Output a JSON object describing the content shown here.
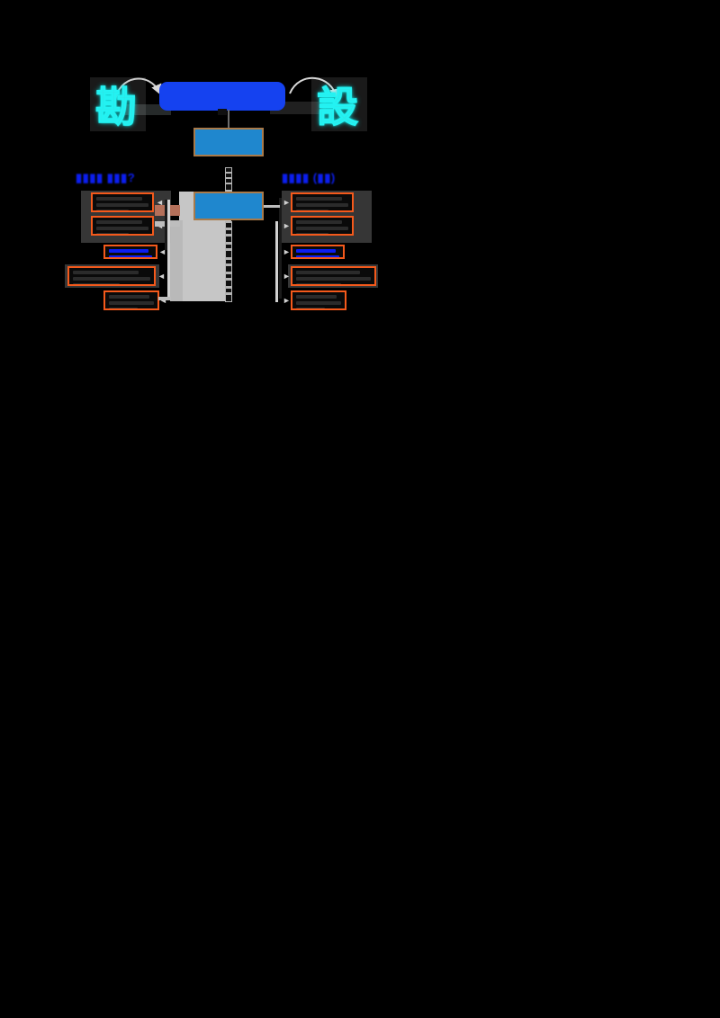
{
  "diagram": {
    "type": "two-column-comparison-flowchart",
    "background_color": "#000000",
    "accent_colors": {
      "banner_blue": "#1542f0",
      "box_blue": "#1f87ce",
      "box_border_tan": "#a97a4a",
      "item_orange": "#f4591b",
      "heading_blue": "#0b1ef0",
      "glyph_cyan": "#2fe6e6",
      "slab_grey": "#c6c6c6"
    },
    "banner": {
      "label": "",
      "redaction": "redacted"
    },
    "glyphs": {
      "left": "勘",
      "right": "設"
    },
    "center_nodes": [
      {
        "name": "upper-blue-node",
        "label": ""
      },
      {
        "name": "lower-blue-node",
        "label": ""
      }
    ],
    "center_vertical_label": "",
    "columns": [
      {
        "side": "left",
        "heading": "▮▮▮▮ ▮▮▮?",
        "groups": [
          {
            "items": [
              {
                "label": "",
                "lines": 2,
                "style": "redacted"
              },
              {
                "label": "",
                "lines": 2,
                "style": "redacted"
              }
            ]
          },
          {
            "items": [
              {
                "label": "",
                "lines": 1,
                "style": "blue-redacted"
              },
              {
                "label": "",
                "lines": 2,
                "style": "redacted"
              },
              {
                "label": "",
                "lines": 2,
                "style": "redacted"
              }
            ]
          }
        ]
      },
      {
        "side": "right",
        "heading": "▮▮▮▮ (▮▮)",
        "groups": [
          {
            "items": [
              {
                "label": "",
                "lines": 2,
                "style": "redacted"
              },
              {
                "label": "",
                "lines": 2,
                "style": "redacted"
              }
            ]
          },
          {
            "items": [
              {
                "label": "",
                "lines": 1,
                "style": "blue-redacted"
              },
              {
                "label": "",
                "lines": 2,
                "style": "redacted"
              },
              {
                "label": "",
                "lines": 2,
                "style": "redacted"
              }
            ]
          }
        ]
      }
    ]
  }
}
